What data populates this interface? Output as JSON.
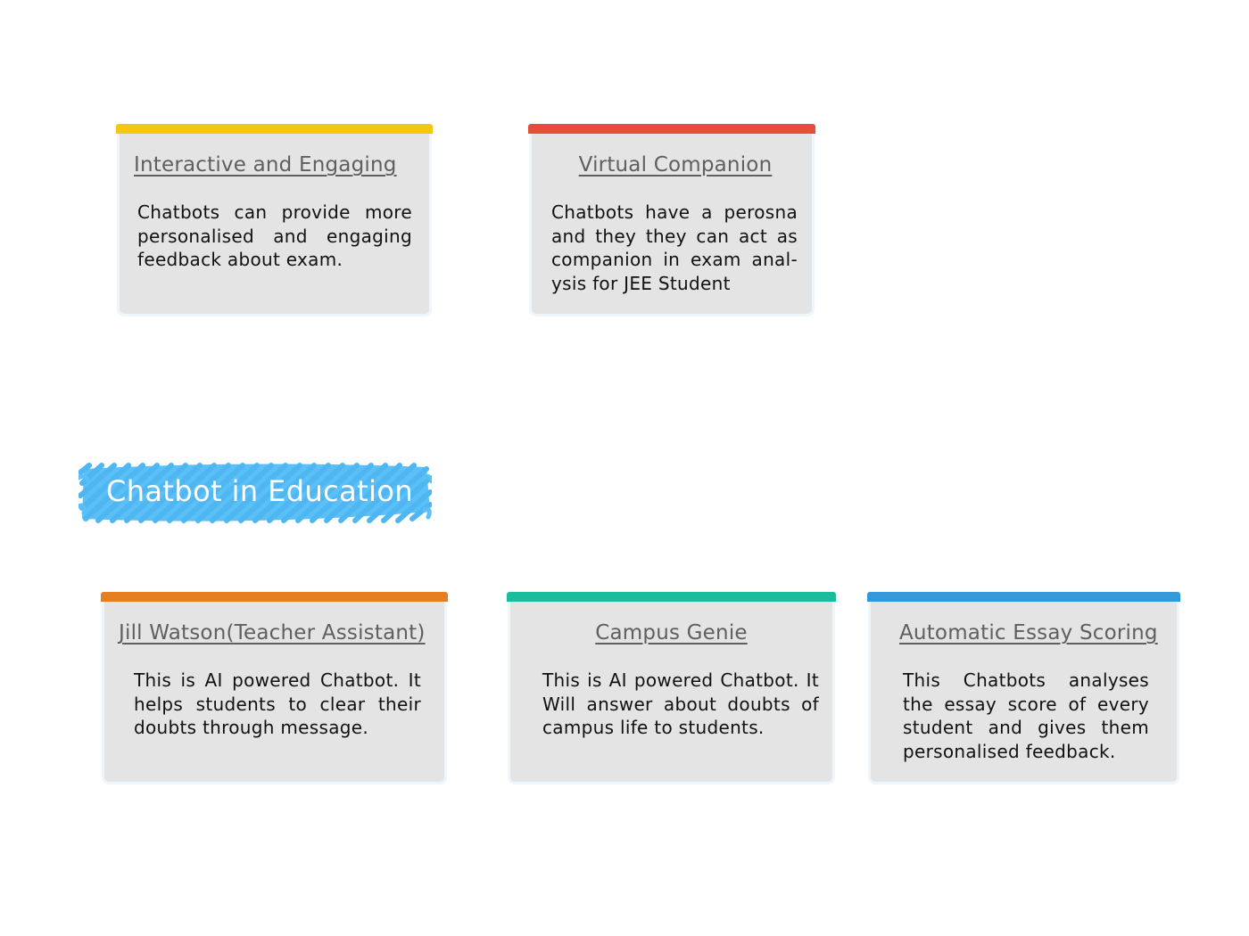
{
  "colors": {
    "yellow": "#f2c811",
    "red": "#e84c3d",
    "orange": "#e67e22",
    "teal": "#1abc9c",
    "blue": "#3498db",
    "highlight": "#5bc0f8",
    "card_background": "#e4e4e4"
  },
  "center": {
    "label": "Chatbot in Education"
  },
  "cards": [
    {
      "title": "Interactive and Engaging",
      "body": "Chatbots can provide more personalised and engaging feedback about exam."
    },
    {
      "title": "Virtual Companion",
      "body": "Chatbots have a perosna and they they can act as companion in exam anal-ysis for JEE Student"
    },
    {
      "title": "Jill Watson(Teacher Assistant)",
      "body": "This is AI powered Chatbot. It helps students to clear their doubts through message."
    },
    {
      "title": "Campus Genie",
      "body": "This is AI powered Chatbot. It Will answer about doubts of campus life to students."
    },
    {
      "title": "Automatic Essay Scoring",
      "body": "This Chatbots analyses the essay score of every student and gives them personalised feedback."
    }
  ]
}
